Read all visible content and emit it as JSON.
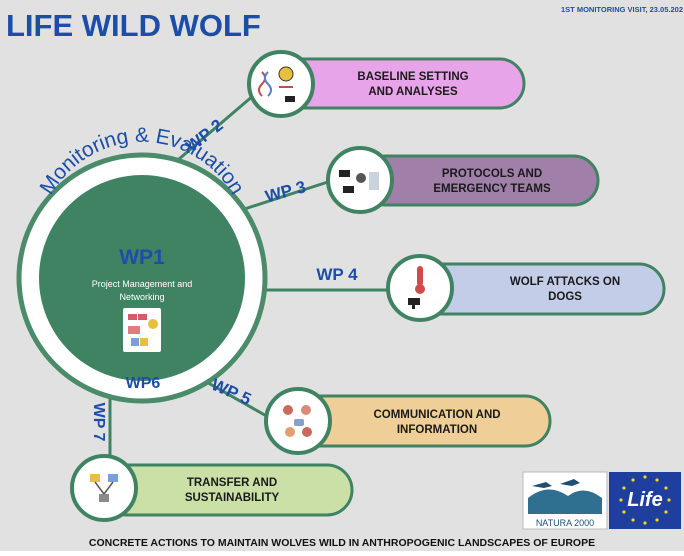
{
  "title": "LIFE WILD WOLF",
  "visit_label": "1ST MONITORING VISIT, 23.05.202",
  "footer": "CONCRETE ACTIONS TO MAINTAIN WOLVES WILD IN ANTHROPOGENIC LANDSCAPES OF EUROPE",
  "hub": {
    "ring_label": "Monitoring & Evaluation",
    "title": "WP1",
    "subtitle_line1": "Project Management and",
    "subtitle_line2": "Networking"
  },
  "work_packages": [
    {
      "tag": "WP 2",
      "line1": "BASELINE SETTING",
      "line2": "AND ANALYSES",
      "color": "#e7a4e8",
      "icon": "dna-research-icon"
    },
    {
      "tag": "WP 3",
      "line1": "PROTOCOLS AND",
      "line2": "EMERGENCY TEAMS",
      "color": "#a07fa9",
      "icon": "wolf-dog-team-icon"
    },
    {
      "tag": "WP 4",
      "line1": "WOLF ATTACKS ON",
      "line2": "DOGS",
      "color": "#c3cde8",
      "icon": "wolf-thermometer-icon"
    },
    {
      "tag": "WP 5",
      "line1": "COMMUNICATION AND",
      "line2": "INFORMATION",
      "color": "#efcf97",
      "icon": "people-talking-icon"
    },
    {
      "tag": "WP 7",
      "line1": "TRANSFER AND",
      "line2": "SUSTAINABILITY",
      "color": "#cbe0a6",
      "icon": "network-transfer-icon"
    }
  ],
  "wp6_tag": "WP6",
  "logos": {
    "natura": "NATURA 2000",
    "life": "Life"
  },
  "colors": {
    "title_blue": "#1c4ea8",
    "hub_green": "#3f8363",
    "ring_green": "#4a8b69",
    "wp_text": "#1c4ea8",
    "eu_blue": "#1f3f9f",
    "eu_star": "#f2d320"
  }
}
